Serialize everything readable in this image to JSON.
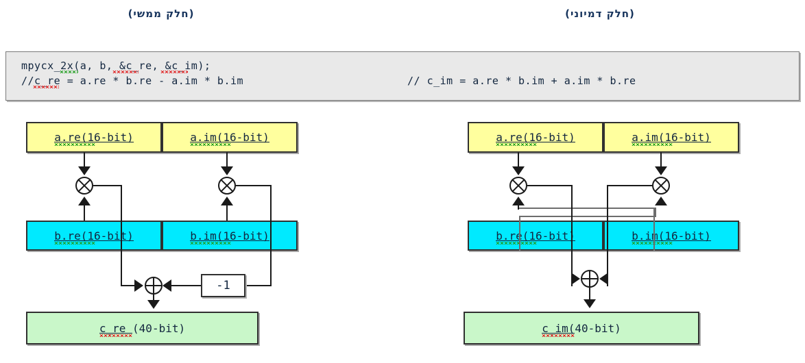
{
  "titles": {
    "left": "(חלק ממשי)",
    "right": "(חלק דמיוני)"
  },
  "code": {
    "line1": "mpycx_2x(a, b, &c_re, &c_im);",
    "line2": "//c_re = a.re * b.re - a.im * b.im",
    "line3": "// c_im = a.re * b.im + a.im * b.re"
  },
  "left_diagram": {
    "input_a_re": "a.re(16-bit)",
    "input_a_im": "a.im(16-bit)",
    "input_b_re": "b.re(16-bit)",
    "input_b_im": "b.im(16-bit)",
    "negate": "-1",
    "output": "c_re (40-bit)",
    "mul_symbol": "multiply",
    "add_symbol": "add"
  },
  "right_diagram": {
    "input_a_re": "a.re(16-bit)",
    "input_a_im": "a.im(16-bit)",
    "input_b_re": "b.re(16-bit)",
    "input_b_im": "b.im(16-bit)",
    "output": "c_im(40-bit)",
    "mul_symbol": "multiply",
    "add_symbol": "add"
  },
  "colors": {
    "input_a": "#ffff9e",
    "input_b": "#00eaff",
    "output": "#c9f7c9",
    "code_bg": "#e9e9e9",
    "wire": "#1a1a1a",
    "cross_wire": "#6d6d6d",
    "title_text": "#16335c"
  }
}
